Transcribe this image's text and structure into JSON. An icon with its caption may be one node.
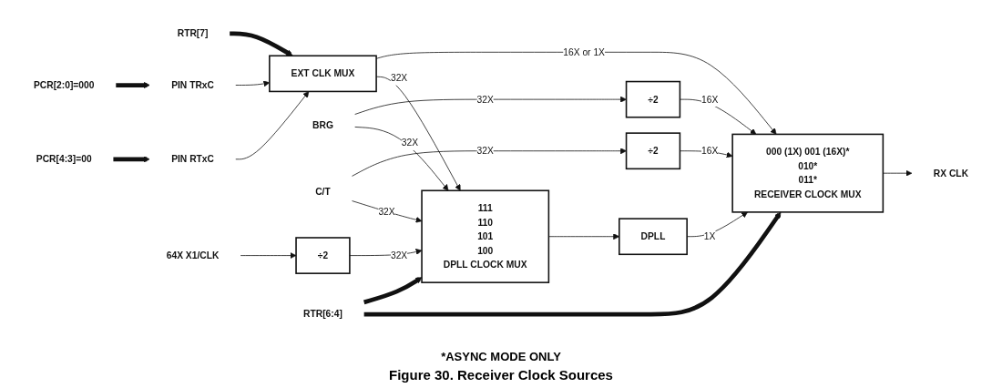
{
  "diagram": {
    "caption": "Figure 30. Receiver Clock Sources",
    "nodes": [
      {
        "text": [
          "PCR[2:0]=000"
        ]
      },
      {
        "text": [
          "RTR[7]"
        ]
      },
      {
        "text": [
          "PIN TRxC"
        ]
      },
      {
        "text": [
          "EXT CLK MUX"
        ]
      },
      {
        "text": [
          "PIN RTxC"
        ]
      },
      {
        "text": [
          "PCR[4:3]=00"
        ]
      },
      {
        "text": [
          "000 (1X) 001 (16X)*",
          "010*",
          "011*",
          "RECEIVER CLOCK MUX"
        ]
      },
      {
        "text": [
          "BRG"
        ]
      },
      {
        "text": [
          "÷2"
        ]
      },
      {
        "text": [
          "C/T"
        ]
      },
      {
        "text": [
          "÷2"
        ]
      },
      {
        "text": [
          "RX CLK"
        ]
      },
      {
        "text": [
          "111",
          "110",
          "101",
          "100",
          "DPLL CLOCK MUX"
        ]
      },
      {
        "text": [
          "DPLL"
        ]
      },
      {
        "text": [
          "64X X1/CLK"
        ]
      },
      {
        "text": [
          "÷2"
        ]
      },
      {
        "text": [
          "RTR[6:4]"
        ]
      }
    ],
    "edges": [
      {
        "from": 0,
        "to": 2,
        "arrow": "to",
        "style": "thick"
      },
      {
        "from": 1,
        "to": 3,
        "arrow": "to",
        "style": "thick"
      },
      {
        "from": 2,
        "to": 3,
        "arrow": "to"
      },
      {
        "from": 4,
        "to": 3,
        "arrow": "to"
      },
      {
        "from": 5,
        "to": 4,
        "arrow": "to",
        "style": "thick"
      },
      {
        "from": 3,
        "to": 6,
        "arrow": "to",
        "label": "16X or 1X"
      },
      {
        "from": 7,
        "to": 8,
        "arrow": "to",
        "label": "32X"
      },
      {
        "from": 8,
        "to": 6,
        "arrow": "to",
        "label": "16X"
      },
      {
        "from": 9,
        "to": 10,
        "arrow": "to",
        "label": "32X"
      },
      {
        "from": 10,
        "to": 6,
        "arrow": "to",
        "label": "16X"
      },
      {
        "from": 6,
        "to": 11,
        "arrow": "to"
      },
      {
        "from": 9,
        "to": 12,
        "arrow": "to",
        "label": "32X"
      },
      {
        "from": 7,
        "to": 12,
        "arrow": "to",
        "label": "32X"
      },
      {
        "from": 3,
        "to": 12,
        "arrow": "to",
        "label": "32X"
      },
      {
        "from": 14,
        "to": 15,
        "arrow": "to"
      },
      {
        "from": 15,
        "to": 12,
        "arrow": "to",
        "label": "32X"
      },
      {
        "from": 12,
        "to": 13,
        "arrow": "to"
      },
      {
        "from": 13,
        "to": 6,
        "arrow": "to",
        "label": "1X"
      },
      {
        "from": 16,
        "to": 12,
        "arrow": "to",
        "style": "thick"
      },
      {
        "from": 16,
        "to": 6,
        "arrow": "to",
        "style": "thick"
      }
    ],
    "labels": [
      "*ASYNC MODE ONLY"
    ]
  }
}
